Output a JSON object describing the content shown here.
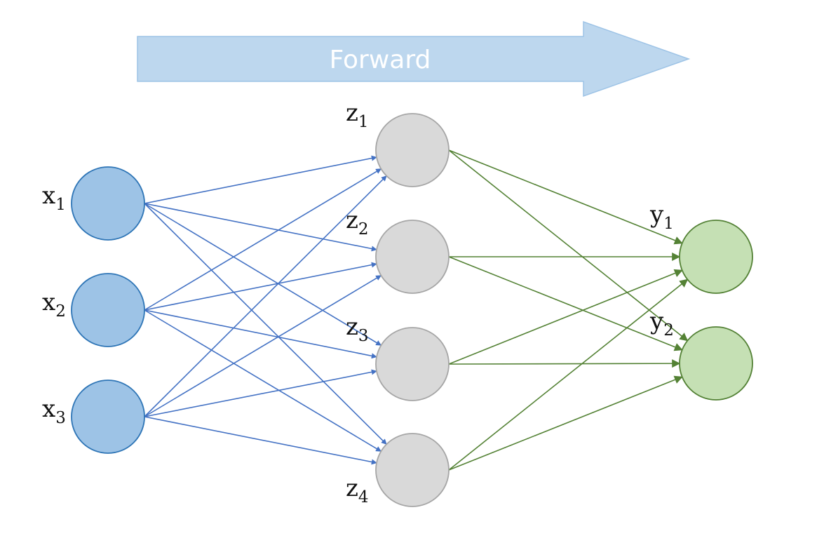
{
  "banner": {
    "label": "Forward",
    "fill": "#bdd7ee",
    "stroke": "#9dc3e6"
  },
  "layers": [
    {
      "id": "input",
      "fill": "#9dc3e6",
      "stroke": "#2e75b6",
      "nodes": [
        {
          "base": "x",
          "sub": "1"
        },
        {
          "base": "x",
          "sub": "2"
        },
        {
          "base": "x",
          "sub": "3"
        }
      ]
    },
    {
      "id": "hidden",
      "fill": "#d9d9d9",
      "stroke": "#a6a6a6",
      "nodes": [
        {
          "base": "z",
          "sub": "1"
        },
        {
          "base": "z",
          "sub": "2"
        },
        {
          "base": "z",
          "sub": "3"
        },
        {
          "base": "z",
          "sub": "4"
        }
      ]
    },
    {
      "id": "output",
      "fill": "#c5e0b4",
      "stroke": "#538135",
      "nodes": [
        {
          "base": "y",
          "sub": "1"
        },
        {
          "base": "y",
          "sub": "2"
        }
      ]
    }
  ],
  "edge_colors": {
    "input_to_hidden": "#4472c4",
    "hidden_to_output": "#548235"
  }
}
